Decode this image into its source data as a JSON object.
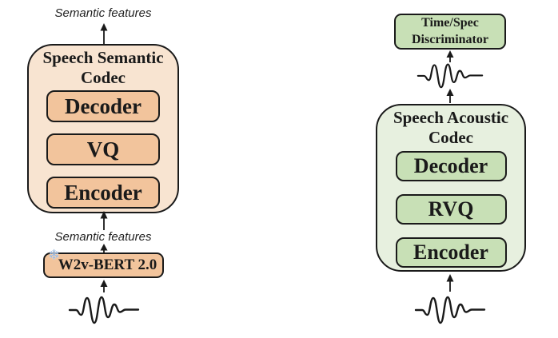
{
  "colors": {
    "semantic_outer": "#f8e4d1",
    "semantic_inner": "#f2c49c",
    "acoustic_outer": "#e7f0df",
    "acoustic_inner": "#c8e0b6",
    "line": "#1a1a1a",
    "snowflake": "#9cb9de"
  },
  "semantic_branch": {
    "output_label": "Semantic features",
    "codec_title": "Speech Semantic Codec",
    "blocks": [
      "Decoder",
      "VQ",
      "Encoder"
    ],
    "input_label": "Semantic features",
    "pretrained_model": "W2v-BERT 2.0",
    "frozen_icon_glyph": "❄"
  },
  "acoustic_branch": {
    "discriminator_label": "Time/Spec Discriminator",
    "codec_title": "Speech Acoustic Codec",
    "blocks": [
      "Decoder",
      "RVQ",
      "Encoder"
    ]
  }
}
